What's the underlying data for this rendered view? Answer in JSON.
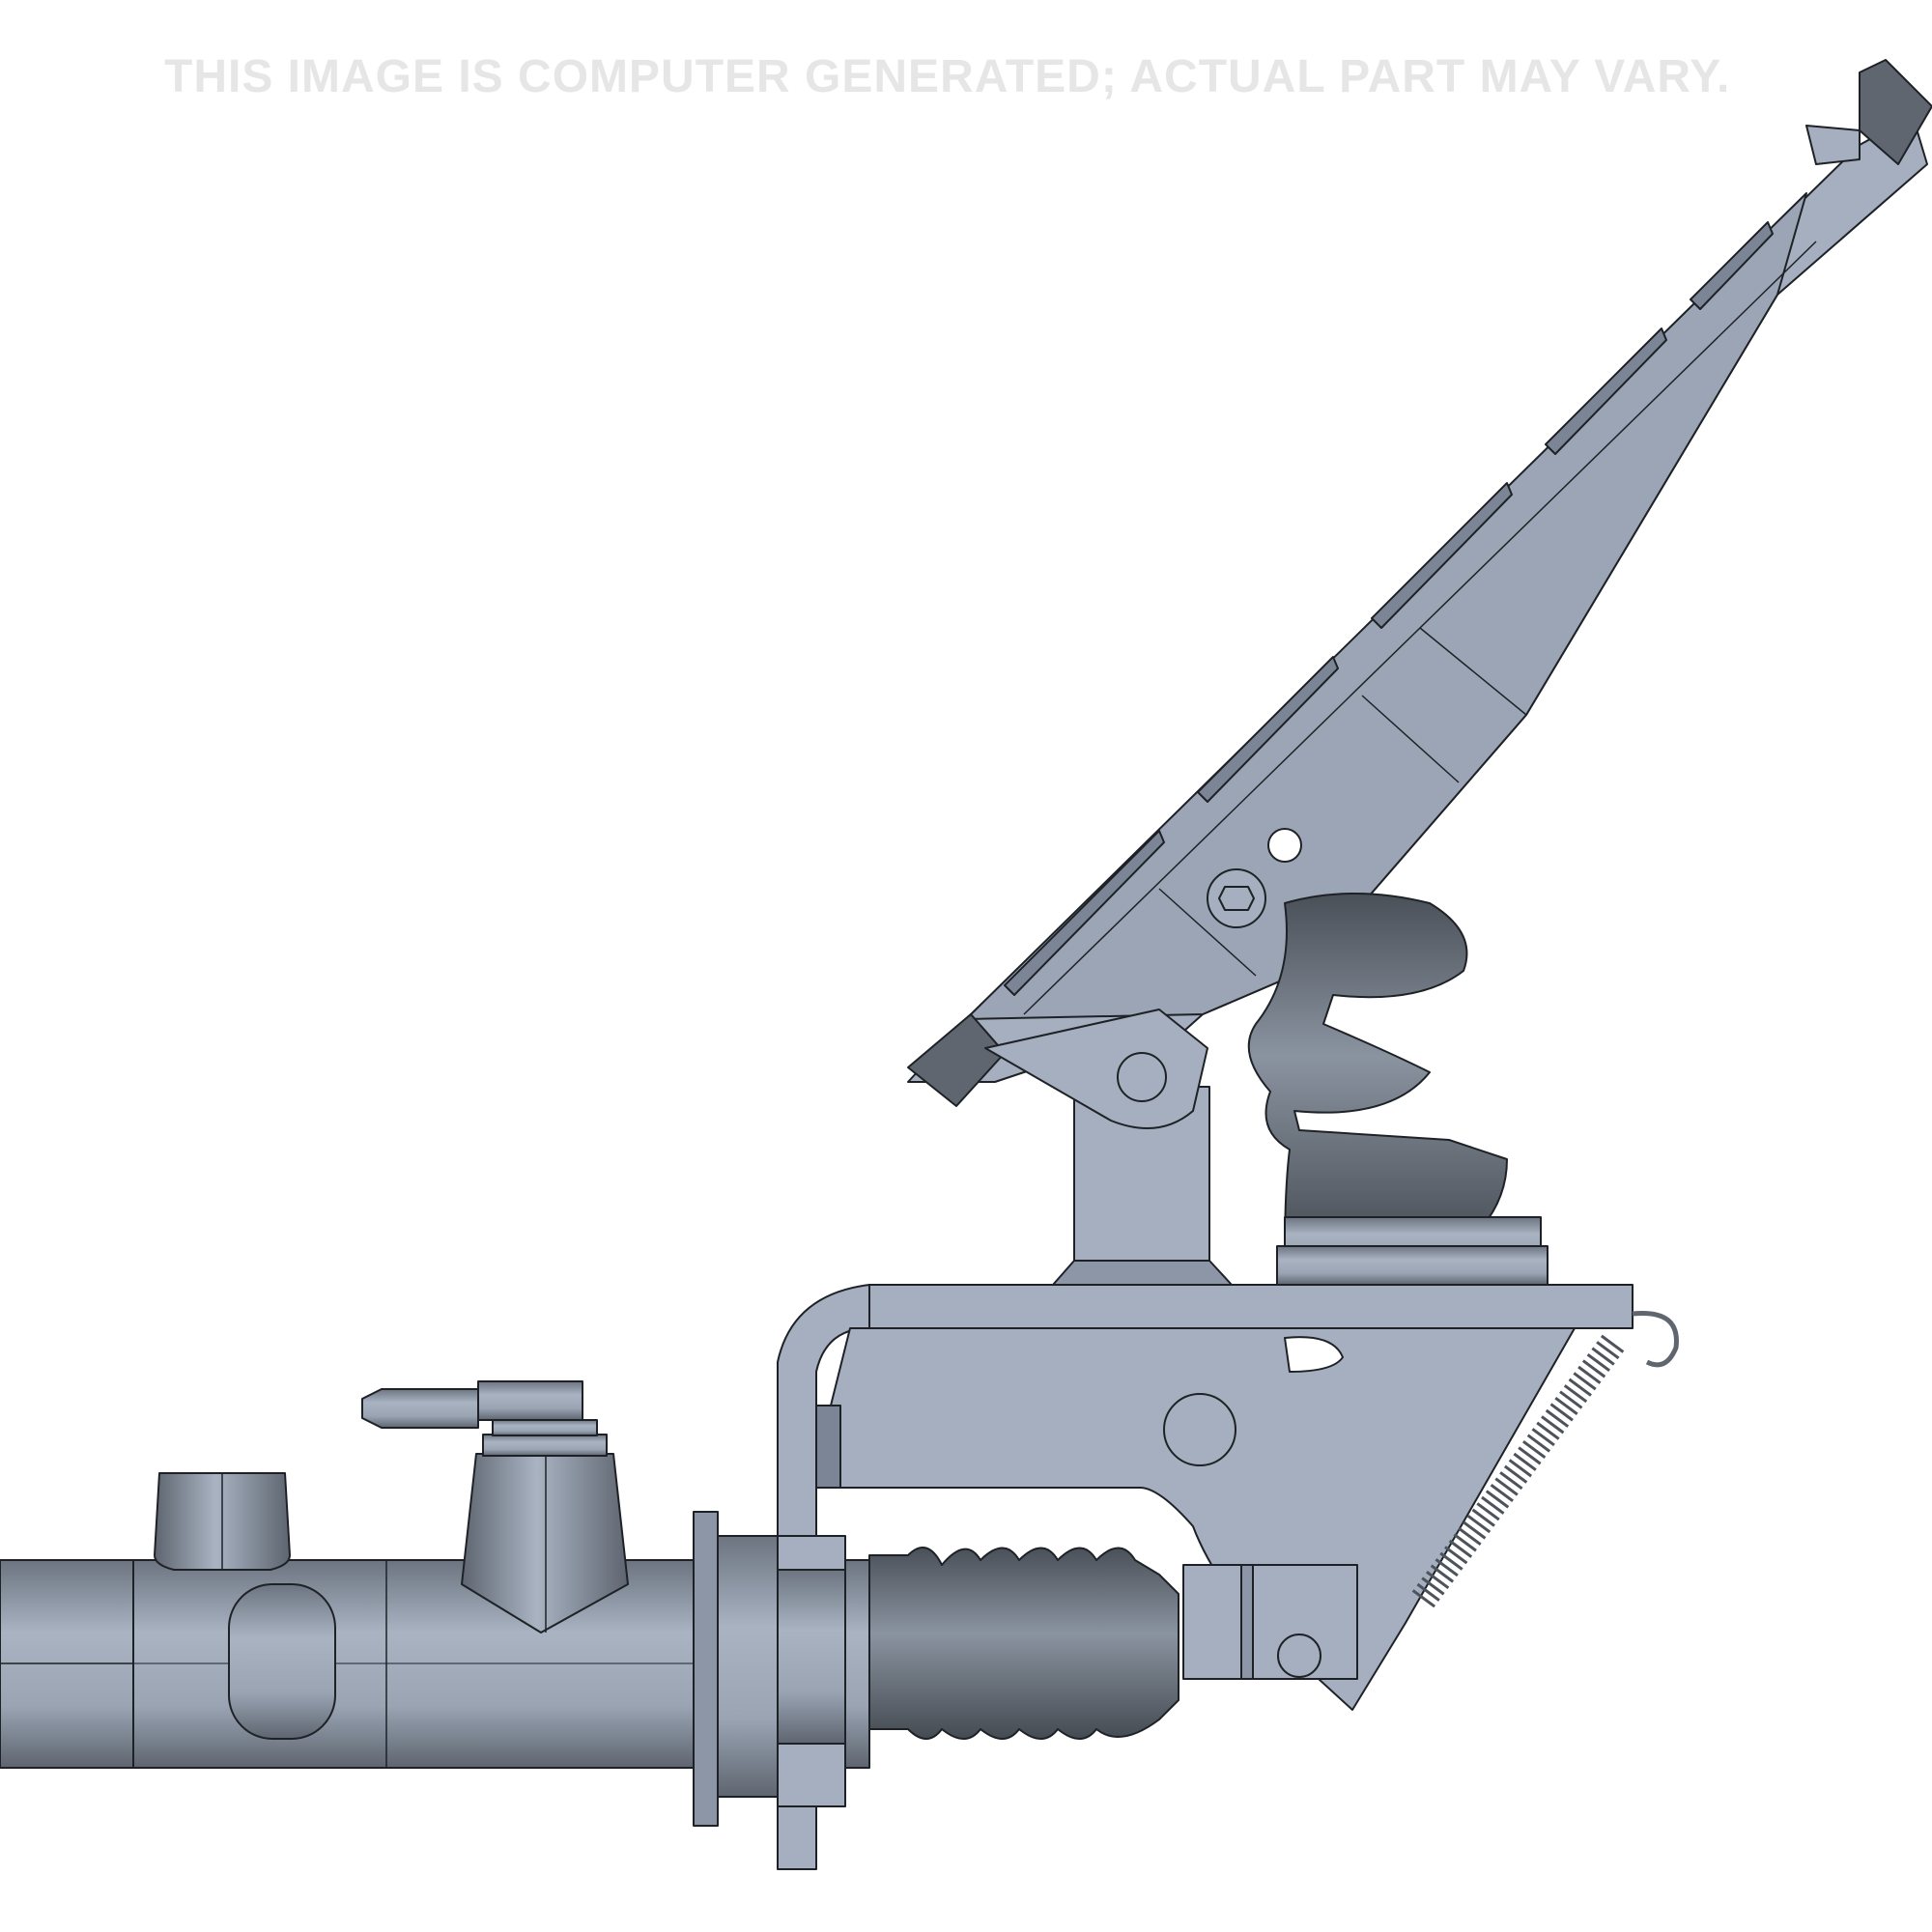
{
  "watermark": {
    "text": "THIS IMAGE IS COMPUTER GENERATED; ACTUAL PART MAY VARY."
  },
  "drawing": {
    "subject": "pedal assembly with master cylinder",
    "components": [
      "pedal-arm",
      "pedal-foot-pad",
      "pedal-pivot-bracket",
      "upper-rubber-boot",
      "mounting-plate",
      "lower-bracket",
      "return-spring",
      "spring-hook",
      "clevis",
      "master-cylinder-body",
      "reservoir-port",
      "barbed-fitting",
      "lower-rubber-boot",
      "hex-end-fitting"
    ],
    "colors": {
      "background": "#ffffff",
      "part_light": "#a5afbf",
      "part_mid": "#8c96a6",
      "part_dark": "#5f6670",
      "outline": "#1e2226",
      "watermark": "#e6e6e6"
    }
  }
}
